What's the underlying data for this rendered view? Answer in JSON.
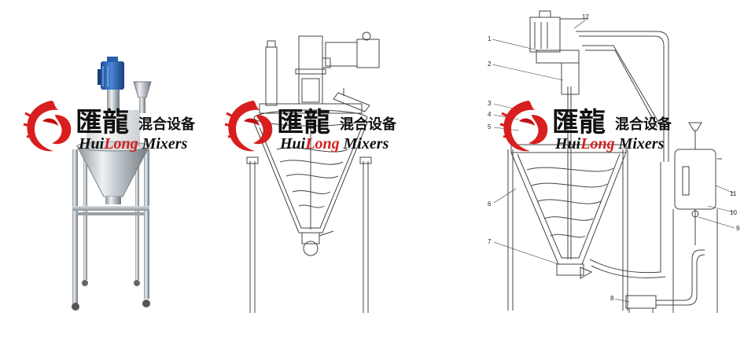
{
  "watermark": {
    "brand_cn_main": "匯龍",
    "brand_cn_sub": "混合设备",
    "brand_en_pre": "Hui",
    "brand_en_mid": "Long",
    "brand_en_post": " Mixers",
    "logo_icon": "red-dragon-logo",
    "accent_color": "#d81e1e"
  },
  "diagram": {
    "part_labels": [
      "1",
      "2",
      "3",
      "4",
      "5",
      "6",
      "7",
      "8",
      "9",
      "10",
      "11",
      "12"
    ]
  }
}
